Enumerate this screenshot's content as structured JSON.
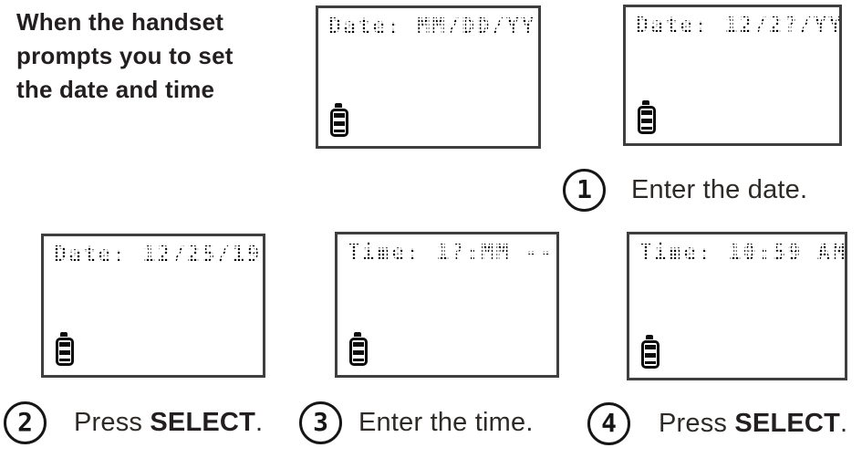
{
  "page": {
    "heading_lines": [
      "When the handset",
      "prompts you to set",
      "the date and time"
    ]
  },
  "screens": [
    {
      "name": "lcd-screen-date-format",
      "text": "Date: MM/DD/YY"
    },
    {
      "name": "lcd-screen-date-entry",
      "text": "Date: 12/2?/YY"
    },
    {
      "name": "lcd-screen-date-set",
      "text": "Date: 12/25/19"
    },
    {
      "name": "lcd-screen-time-entry",
      "text": "Time: 1?:MM --"
    },
    {
      "name": "lcd-screen-time-set",
      "text": "Time: 10:59 AM"
    }
  ],
  "steps": [
    {
      "number": "1",
      "prefix": "Enter the date.",
      "bold": "",
      "suffix": ""
    },
    {
      "number": "2",
      "prefix": "Press ",
      "bold": "SELECT",
      "suffix": "."
    },
    {
      "number": "3",
      "prefix": "Enter the time.",
      "bold": "",
      "suffix": ""
    },
    {
      "number": "4",
      "prefix": "Press ",
      "bold": "SELECT",
      "suffix": "."
    }
  ],
  "icons": {
    "battery": "battery-icon (outlined vertical battery with charge bars, shown on every LCD screen)"
  },
  "colors": {
    "ink": "#231f20",
    "lcd_border": "#3f3f3f",
    "lcd_text": "#000000",
    "background": "#ffffff"
  }
}
